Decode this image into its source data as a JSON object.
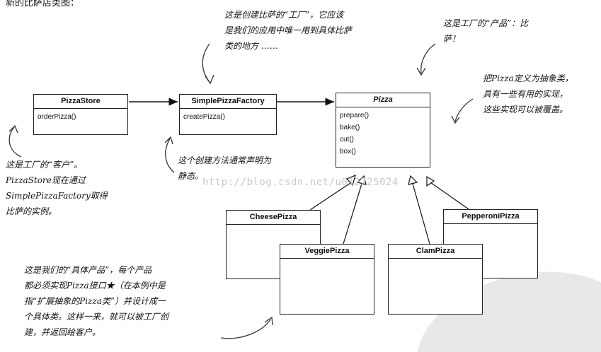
{
  "caption": "新的比萨店类图：",
  "classes": {
    "pizza_store": {
      "name": "PizzaStore",
      "ops": [
        "orderPizza()"
      ]
    },
    "factory": {
      "name": "SimplePizzaFactory",
      "ops": [
        "createPizza()"
      ]
    },
    "pizza": {
      "name": "Pizza",
      "ops": [
        "prepare()",
        "bake()",
        "cut()",
        "box()"
      ]
    },
    "cheese": {
      "name": "CheesePizza"
    },
    "veggie": {
      "name": "VeggiePizza"
    },
    "clam": {
      "name": "ClamPizza"
    },
    "pepperoni": {
      "name": "PepperoniPizza"
    }
  },
  "notes": {
    "factory_note": "这是创建比萨的“工厂”，它应该\n是我们的应用中唯一用到具体比萨\n类的地方 ……",
    "product_note": "这是工厂的“产品”：比\n萨！",
    "abstract_note": "把Pizza定义为抽象类，\n具有一些有用的实现，\n这些实现可以被覆盖。",
    "client_note": "这是工厂的“客户”。\nPizzaStore现在通过\nSimplePizzaFactory取得\n比萨的实例。",
    "static_note": "这个创建方法通常声明为\n静态。",
    "concrete_note": "这是我们的“具体产品”，每个产品\n都必须实现Pizza接口★（在本例中是\n指“扩展抽象的Pizza类”）并设计成一\n个具体类。这样一来，就可以被工厂创\n建，并返回给客户。"
  },
  "watermark": "http://blog.csdn.net/u012225024"
}
